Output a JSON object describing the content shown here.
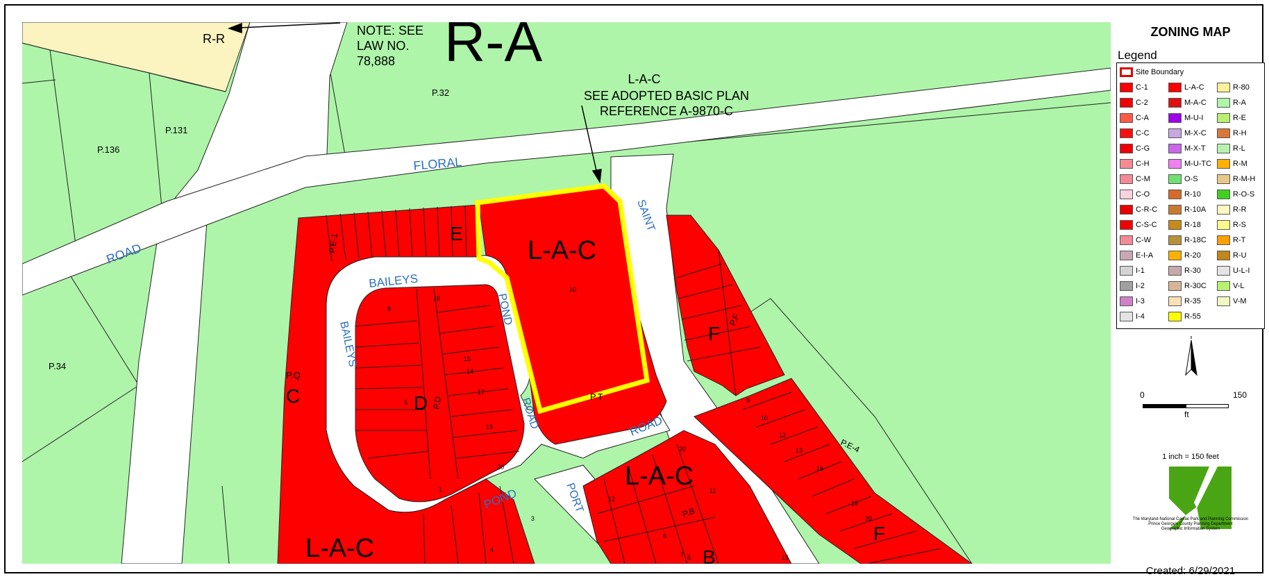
{
  "map": {
    "zone_labels": {
      "ra_big": "R-A",
      "rr": "R-R",
      "lac_center": "L-A-C",
      "lac_right": "L-A-C",
      "lac_bottom": "L-A-C",
      "lac_top": "L-A-C"
    },
    "note": [
      "NOTE: SEE",
      "LAW NO.",
      "78,888"
    ],
    "adopted_plan": [
      "SEE ADOPTED BASIC PLAN",
      "REFERENCE A-9870-C"
    ],
    "roads": {
      "floral": "FLORAL",
      "road_left": "ROAD",
      "saint": "SAINT",
      "baileys_top": "BAILEYS",
      "baileys_left": "BAILEYS",
      "pond_vert": "POND",
      "road_mid": "ROAD",
      "road_right": "ROAD",
      "pond_bottom": "POND",
      "port": "PORT"
    },
    "parcels": {
      "p32": "P.32",
      "p136": "P.136",
      "p131": "P.131",
      "p34": "P.34",
      "pq": "P.Q",
      "pt": "P.T",
      "pe1": "P.E-1",
      "pd": "P.D",
      "pb": "P.B",
      "pf": "P.F",
      "pe4": "P.E-4"
    },
    "blocks": {
      "e": "E",
      "d": "D",
      "c": "C",
      "f": "F",
      "f2": "F",
      "b": "B"
    },
    "lots": {
      "l10": "10",
      "l8": "8",
      "l16a": "16",
      "l15": "15",
      "l14": "14",
      "l17": "17",
      "l19": "19",
      "l20a": "20",
      "l5": "5",
      "l1": "1",
      "l3": "3",
      "l4": "4",
      "l20b": "20",
      "l11": "11",
      "l12": "12",
      "l6": "6",
      "l7": "7",
      "l9": "9",
      "l10b": "10",
      "l12b": "12",
      "l13": "13",
      "l16b": "16",
      "l19b": "19",
      "l20c": "20",
      "l15b": "15",
      "l5b": "5"
    }
  },
  "legend": {
    "heading": "ZONING MAP",
    "title": "Legend",
    "site_boundary": "Site Boundary",
    "columns": [
      [
        {
          "label": "C-1",
          "color": "#ff0000"
        },
        {
          "label": "C-2",
          "color": "#f20000"
        },
        {
          "label": "C-A",
          "color": "#ff5a4a"
        },
        {
          "label": "C-C",
          "color": "#f70f0f"
        },
        {
          "label": "C-G",
          "color": "#ee0000"
        },
        {
          "label": "C-H",
          "color": "#f58a93"
        },
        {
          "label": "C-M",
          "color": "#f28b96"
        },
        {
          "label": "C-O",
          "color": "#fbd3de"
        },
        {
          "label": "C-R-C",
          "color": "#e60000"
        },
        {
          "label": "C-S-C",
          "color": "#f20000"
        },
        {
          "label": "C-W",
          "color": "#f08c96"
        },
        {
          "label": "E-I-A",
          "color": "#c8a8b4"
        },
        {
          "label": "I-1",
          "color": "#d4d4d4"
        },
        {
          "label": "I-2",
          "color": "#a0a0a0"
        },
        {
          "label": "I-3",
          "color": "#d080c8"
        },
        {
          "label": "I-4",
          "color": "#e4e4e4"
        }
      ],
      [
        {
          "label": "L-A-C",
          "color": "#ff0000"
        },
        {
          "label": "M-A-C",
          "color": "#e01010"
        },
        {
          "label": "M-U-I",
          "color": "#a000e8"
        },
        {
          "label": "M-X-C",
          "color": "#c8a8e0"
        },
        {
          "label": "M-X-T",
          "color": "#c868e8"
        },
        {
          "label": "M-U-TC",
          "color": "#f080f0"
        },
        {
          "label": "O-S",
          "color": "#70e070"
        },
        {
          "label": "R-10",
          "color": "#d86a28"
        },
        {
          "label": "R-10A",
          "color": "#c87a30"
        },
        {
          "label": "R-18",
          "color": "#c88a18"
        },
        {
          "label": "R-18C",
          "color": "#b8903c"
        },
        {
          "label": "R-20",
          "color": "#ffb000"
        },
        {
          "label": "R-30",
          "color": "#c8a8a8"
        },
        {
          "label": "R-30C",
          "color": "#d8b498"
        },
        {
          "label": "R-35",
          "color": "#fbe0b8"
        },
        {
          "label": "R-55",
          "color": "#ffff00"
        }
      ],
      [
        {
          "label": "R-80",
          "color": "#fff09a"
        },
        {
          "label": "R-A",
          "color": "#aef5a9"
        },
        {
          "label": "R-E",
          "color": "#b8f070"
        },
        {
          "label": "R-H",
          "color": "#d87838"
        },
        {
          "label": "R-L",
          "color": "#b8f0b0"
        },
        {
          "label": "R-M",
          "color": "#ffb000"
        },
        {
          "label": "R-M-H",
          "color": "#e8c888"
        },
        {
          "label": "R-O-S",
          "color": "#40d020"
        },
        {
          "label": "R-R",
          "color": "#fff8c0"
        },
        {
          "label": "R-S",
          "color": "#fcfc8a"
        },
        {
          "label": "R-T",
          "color": "#ffa000"
        },
        {
          "label": "R-U",
          "color": "#c08818"
        },
        {
          "label": "U-L-I",
          "color": "#e4e4e4"
        },
        {
          "label": "V-L",
          "color": "#b8f070"
        },
        {
          "label": "V-M",
          "color": "#f0f8c0"
        }
      ]
    ],
    "scale_zero": "0",
    "scale_max": "150",
    "scale_unit": "ft",
    "scale_text": "1 inch = 150 feet",
    "org": [
      "The Maryland-National Capital Park and Planning Commission",
      "Prince George's County Planning Department",
      "Geographic Information System"
    ],
    "created": "Created: 6/29/2021"
  },
  "colors": {
    "ra": "#aef5a9",
    "rr": "#fbf3c0",
    "lac": "#ff0000",
    "road": "#ffffff",
    "site": "#ffff00",
    "logo": "#4aa514"
  }
}
